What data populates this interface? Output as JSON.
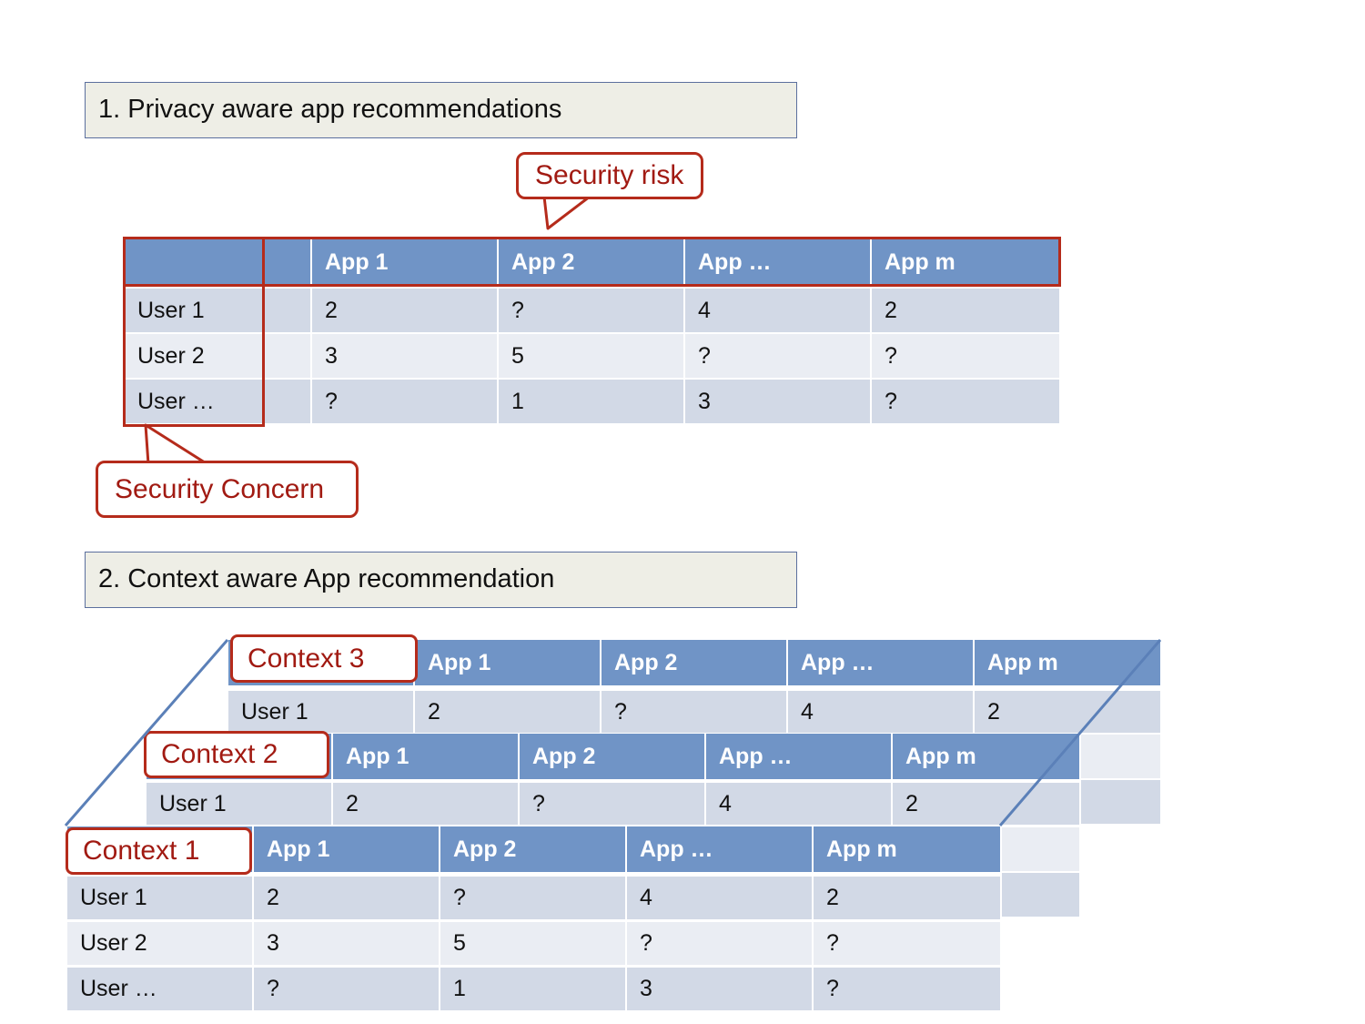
{
  "section1": {
    "title": "1. Privacy aware app recommendations",
    "callout_risk": "Security risk",
    "callout_concern": "Security Concern",
    "headers": [
      "",
      "",
      "App 1",
      "App 2",
      "App …",
      "App m"
    ],
    "rows": [
      [
        "User 1",
        "",
        "2",
        "?",
        "4",
        "2"
      ],
      [
        "User 2",
        "",
        "3",
        "5",
        "?",
        "?"
      ],
      [
        "User …",
        "",
        "?",
        "1",
        "3",
        "?"
      ]
    ]
  },
  "section2": {
    "title": "2. Context aware App recommendation",
    "apps": [
      "App 1",
      "App 2",
      "App …",
      "App m"
    ],
    "context3": {
      "label": "Context 3",
      "user_row": [
        "User 1",
        "2",
        "?",
        "4",
        "2"
      ]
    },
    "context2": {
      "label": "Context 2",
      "user_row": [
        "User 1",
        "2",
        "?",
        "4",
        "2"
      ]
    },
    "context1": {
      "label": "Context 1",
      "rows": [
        [
          "User 1",
          "2",
          "?",
          "4",
          "2"
        ],
        [
          "User 2",
          "3",
          "5",
          "?",
          "?"
        ],
        [
          "User …",
          "?",
          "1",
          "3",
          "?"
        ]
      ]
    }
  },
  "colors": {
    "header": "#7094c6",
    "row_dark": "#d2d9e6",
    "row_light": "#eaedf3",
    "highlight_red": "#b52b1b",
    "callout_text": "#a11a12",
    "section_bg": "#eeeee6",
    "connector": "#5b80b8"
  }
}
